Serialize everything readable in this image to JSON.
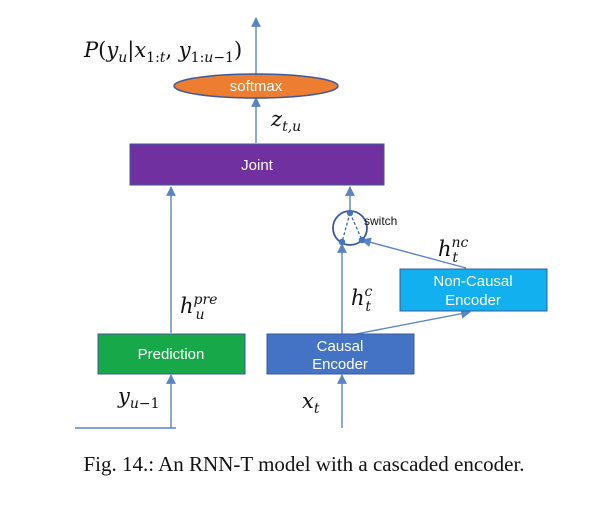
{
  "nodes": {
    "softmax": {
      "label": "softmax",
      "fill": "#ED7D31"
    },
    "joint": {
      "label": "Joint",
      "fill": "#7030A0"
    },
    "prediction": {
      "label": "Prediction",
      "fill": "#17A84A"
    },
    "causal_encoder": {
      "label_line1": "Causal",
      "label_line2": "Encoder",
      "fill": "#4472C4"
    },
    "non_causal_encoder": {
      "label_line1": "Non-Causal",
      "label_line2": "Encoder",
      "fill": "#12B0EE"
    },
    "switch": {
      "label": "switch"
    }
  },
  "math_labels": {
    "output_prob": "P(y_u | x_{1:t}, y_{1:u-1})",
    "z": "z_{t,u}",
    "h_pre": "h_u^{pre}",
    "h_c": "h_t^{c}",
    "h_nc": "h_t^{nc}",
    "y_prev": "y_{u-1}",
    "x_t": "x_t"
  },
  "caption": "Fig. 14.: An RNN-T model with a cascaded encoder.",
  "colors": {
    "arrow": "#5B84C8",
    "node_stroke": "#3C5A99"
  }
}
